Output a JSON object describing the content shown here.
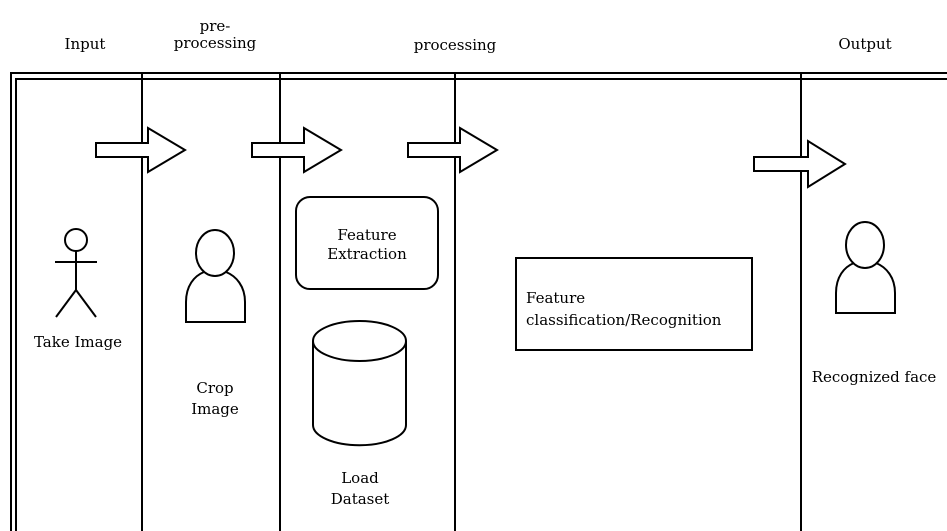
{
  "headers": {
    "input": "Input",
    "preprocessing_line1": "pre-",
    "preprocessing_line2": "processing",
    "processing": "processing",
    "output": "Output"
  },
  "lanes": {
    "input": {
      "label": "Take Image",
      "icon": "stick-figure-actor-icon"
    },
    "preprocessing": {
      "label_line1": "Crop",
      "label_line2": "Image",
      "icon": "user-silhouette-icon"
    },
    "feature_extraction": {
      "label_line1": "Feature",
      "label_line2": "Extraction"
    },
    "dataset": {
      "label_line1": "Load",
      "label_line2": "Dataset",
      "icon": "database-cylinder-icon"
    },
    "classification": {
      "label_line1": "Feature",
      "label_line2": "classification/Recognition"
    },
    "output": {
      "label": "Recognized face",
      "icon": "user-silhouette-icon"
    }
  },
  "colors": {
    "stroke": "#000000",
    "background": "#ffffff"
  }
}
